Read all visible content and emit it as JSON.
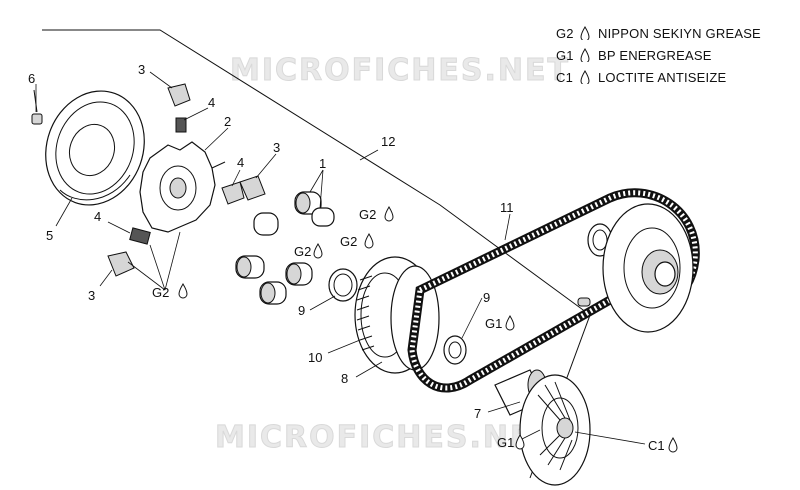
{
  "watermarks": [
    "MICROFICHES.NET",
    "MICROFICHES.NET"
  ],
  "legend": [
    {
      "code": "G2",
      "text": "NIPPON SEKIYN GREASE"
    },
    {
      "code": "G1",
      "text": "BP ENERGREASE"
    },
    {
      "code": "C1",
      "text": "LOCTITE ANTISEIZE"
    }
  ],
  "callouts": {
    "p6": "6",
    "p3a": "3",
    "p4a": "4",
    "p2": "2",
    "p4b": "4",
    "p3b": "3",
    "p5": "5",
    "p4c": "4",
    "p3c": "3",
    "g2a": "G2",
    "p1": "1",
    "g2b": "G2",
    "g2c": "G2",
    "g2d": "G2",
    "p9a": "9",
    "p12": "12",
    "p11": "11",
    "p9b": "9",
    "g1a": "G1",
    "p10": "10",
    "p8": "8",
    "p7": "7",
    "g1b": "G1",
    "c1": "C1"
  },
  "icons": {
    "drop": "grease-drop-icon"
  }
}
